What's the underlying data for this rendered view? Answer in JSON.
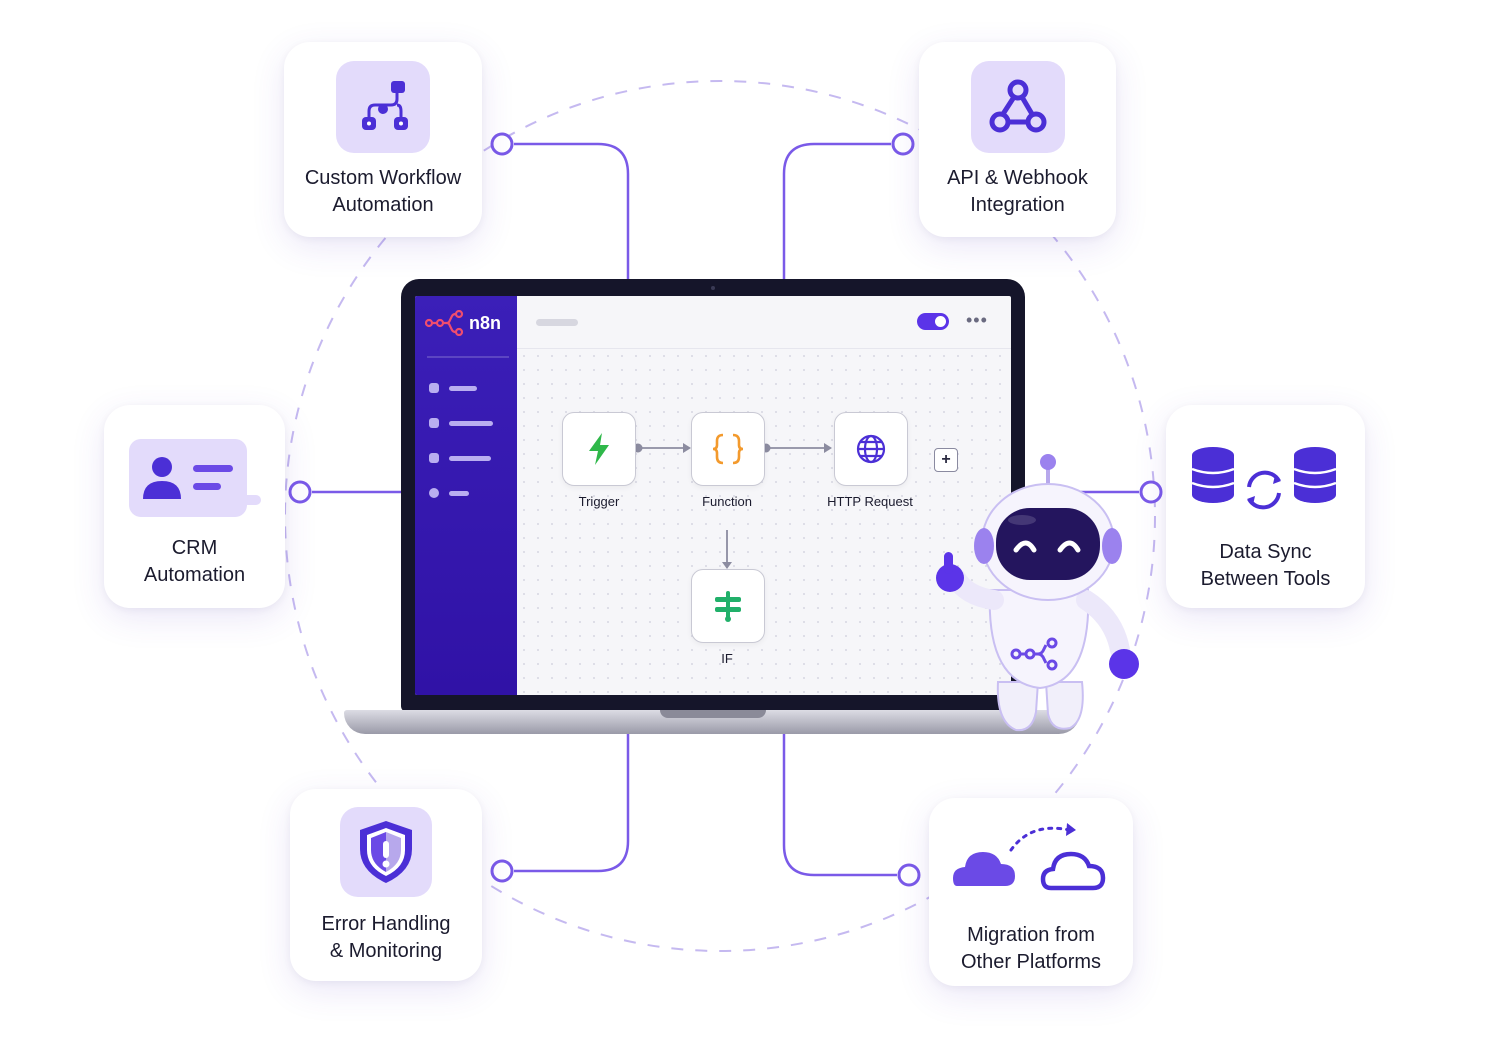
{
  "colors": {
    "accent": "#6b4ae6",
    "card_icon_bg": "#e3dbfb",
    "sidebar": "#3b1fb8",
    "trigger_green": "#2fb84a",
    "function_orange": "#f39a2d",
    "http_purple": "#4b2fd6",
    "if_green": "#21b06a",
    "logo_pink": "#ef4d6e"
  },
  "features": {
    "custom_workflow": {
      "label": "Custom Workflow\nAutomation",
      "icon": "workflow-icon"
    },
    "api_webhook": {
      "label": "API & Webhook\nIntegration",
      "icon": "webhook-icon"
    },
    "crm": {
      "label": "CRM\nAutomation",
      "icon": "contact-card-icon"
    },
    "data_sync": {
      "label": "Data Sync\nBetween Tools",
      "icon": "database-sync-icon"
    },
    "error_handling": {
      "label": "Error Handling\n& Monitoring",
      "icon": "shield-alert-icon"
    },
    "migration": {
      "label": "Migration from\nOther Platforms",
      "icon": "cloud-migration-icon"
    }
  },
  "app": {
    "logo_text": "n8n",
    "nodes": {
      "trigger": "Trigger",
      "function": "Function",
      "http": "HTTP Request",
      "if": "IF"
    },
    "add_node_symbol": "+",
    "more_symbol": "•••"
  }
}
